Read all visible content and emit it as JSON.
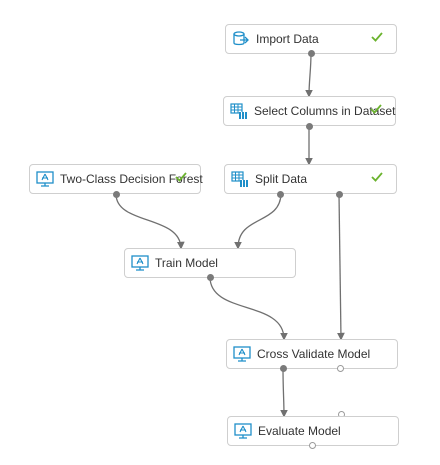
{
  "colors": {
    "accent": "#1f8fc9",
    "check": "#6bb32e",
    "edge": "#707070"
  },
  "nodes": {
    "import": {
      "label": "Import Data",
      "icon": "database-import-icon",
      "done": true
    },
    "select": {
      "label": "Select Columns in Dataset",
      "icon": "table-columns-icon",
      "done": true
    },
    "split": {
      "label": "Split Data",
      "icon": "table-split-icon",
      "done": true
    },
    "forest": {
      "label": "Two-Class Decision Forest",
      "icon": "model-icon",
      "done": true
    },
    "train": {
      "label": "Train Model",
      "icon": "model-icon",
      "done": false
    },
    "cross": {
      "label": "Cross Validate Model",
      "icon": "model-icon",
      "done": false
    },
    "evaluate": {
      "label": "Evaluate Model",
      "icon": "model-icon",
      "done": false
    }
  }
}
